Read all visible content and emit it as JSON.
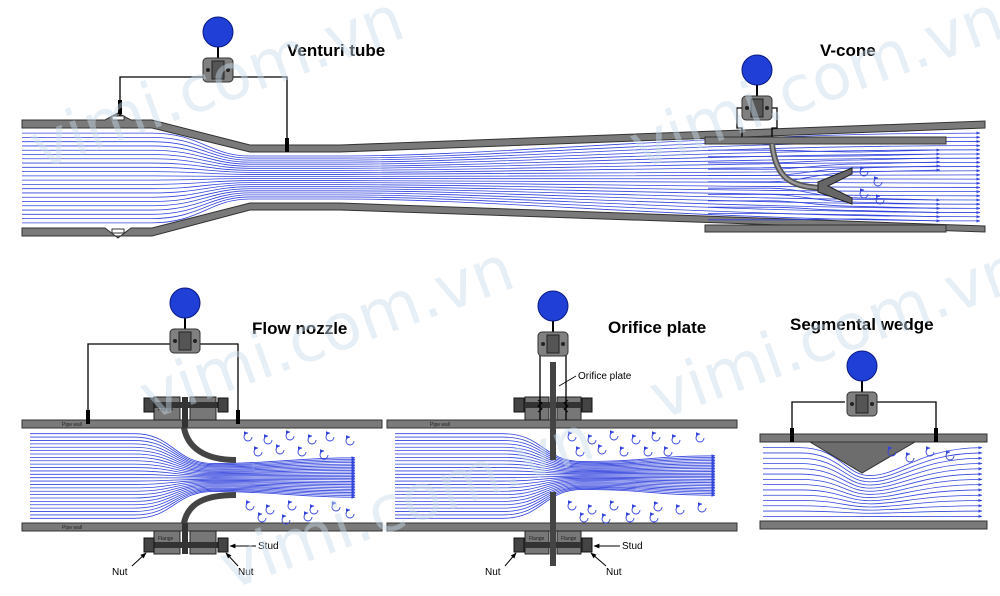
{
  "titles": {
    "venturi": "Venturi tube",
    "vcone": "V-cone",
    "nozzle": "Flow nozzle",
    "orifice": "Orifice plate",
    "wedge": "Segmental wedge"
  },
  "labels": {
    "orifice_plate": "Orifice plate",
    "pipe_wall": "Pipe wall",
    "flange": "Flange",
    "stud": "Stud",
    "nut": "Nut"
  },
  "watermark": "vimi.com.vn",
  "colors": {
    "flow": "#3344dd",
    "pipe": "#7a7a7a",
    "pipe_edge": "#333333",
    "transmitter": "#808080",
    "diaphragm": "#1f3fd6",
    "wedge": "#6d6d6d"
  }
}
